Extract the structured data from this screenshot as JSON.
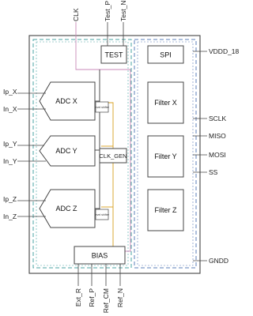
{
  "blocks": {
    "test": "TEST",
    "spi": "SPI",
    "adc_x": "ADC X",
    "adc_y": "ADC Y",
    "adc_z": "ADC Z",
    "clk_gen": "CLK_GEN",
    "filter_x": "Filter X",
    "filter_y": "Filter Y",
    "filter_z": "Filter Z",
    "bias": "BIAS",
    "level_shifter": "level shifter"
  },
  "pins": {
    "top": [
      "CLK",
      "Test_P",
      "Test_N"
    ],
    "left": [
      "Ip_X",
      "In_X",
      "Ip_Y",
      "In_Y",
      "Ip_Z",
      "In_Z"
    ],
    "right": [
      "VDDD_18",
      "SCLK",
      "MISO",
      "MOSI",
      "SS",
      "GNDD"
    ],
    "bottom": [
      "Ext_R",
      "Ref_P",
      "Ref_CM",
      "Ref_N"
    ]
  },
  "colors": {
    "outline": "#444444",
    "inner_dashed": "#4aa3a3",
    "digital_dashed": "#5b7fb8",
    "clock_trace": "#c88ab8",
    "ref_trace": "#d8a020",
    "block_fill": "#ffffff"
  }
}
